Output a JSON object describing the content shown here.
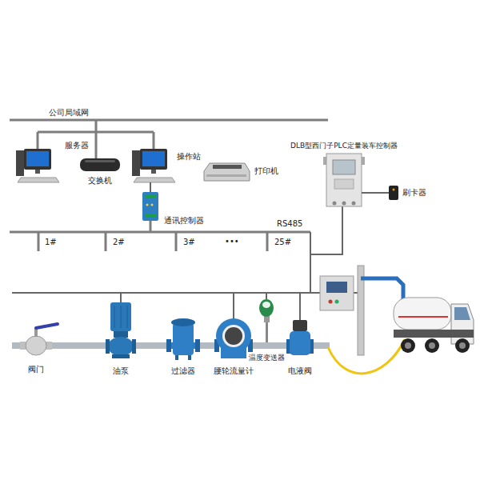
{
  "diagram": {
    "nodes": [
      {
        "text": [
          "服务器"
        ]
      },
      {
        "text": [
          "交换机"
        ]
      },
      {
        "text": [
          "操作站"
        ]
      },
      {
        "text": [
          "打印机"
        ]
      },
      {
        "text": [
          "通讯控制器"
        ]
      },
      {
        "text": [
          "DLB型西门子PLC定量装车控制器"
        ]
      },
      {
        "text": [
          "刷卡器"
        ]
      },
      {
        "text": [
          "阀门"
        ]
      },
      {
        "text": [
          "油泵"
        ]
      },
      {
        "text": [
          "过滤器"
        ]
      },
      {
        "text": [
          "腰轮流量计"
        ]
      },
      {
        "text": [
          "温度变送器"
        ]
      },
      {
        "text": [
          "电液阀"
        ]
      }
    ],
    "edges": [
      {
        "from": 2,
        "to": 4,
        "arrow": "none"
      },
      {
        "from": 5,
        "to": 6,
        "arrow": "none"
      },
      {
        "from": 7,
        "to": 8,
        "arrow": "none"
      },
      {
        "from": 8,
        "to": 9,
        "arrow": "none"
      },
      {
        "from": 9,
        "to": 10,
        "arrow": "none"
      },
      {
        "from": 10,
        "to": 12,
        "arrow": "none"
      }
    ],
    "labels": [
      "公司局域网",
      "RS485",
      "1#",
      "2#",
      "3#",
      "•••",
      "25#"
    ]
  }
}
